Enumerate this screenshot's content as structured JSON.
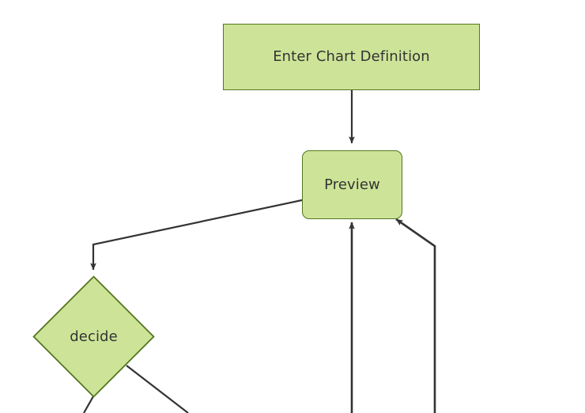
{
  "diagram": {
    "type": "flowchart",
    "background_color": "#ffffff",
    "node_fill_color": "#cde498",
    "node_stroke_color": "#54761f",
    "edge_color": "#333333",
    "text_color": "#333333",
    "nodes": [
      {
        "id": "enter-chart-definition",
        "label": "Enter Chart Definition",
        "shape": "rectangle"
      },
      {
        "id": "preview",
        "label": "Preview",
        "shape": "rounded-rectangle"
      },
      {
        "id": "decide",
        "label": "decide",
        "shape": "diamond"
      }
    ],
    "edges": [
      {
        "from": "enter-chart-definition",
        "to": "preview",
        "label": "",
        "arrow": "down"
      },
      {
        "from": "preview",
        "to": "decide",
        "label": "",
        "arrow": "down"
      },
      {
        "from": "offscreen-bottom-center",
        "to": "preview",
        "label": "",
        "arrow": "up"
      },
      {
        "from": "offscreen-bottom-right",
        "to": "preview",
        "label": "",
        "arrow": "up-left"
      },
      {
        "from": "decide",
        "to": "offscreen-bottom-left",
        "label": "",
        "arrow": "none"
      },
      {
        "from": "decide",
        "to": "offscreen-bottom-right-2",
        "label": "",
        "arrow": "none"
      }
    ]
  }
}
